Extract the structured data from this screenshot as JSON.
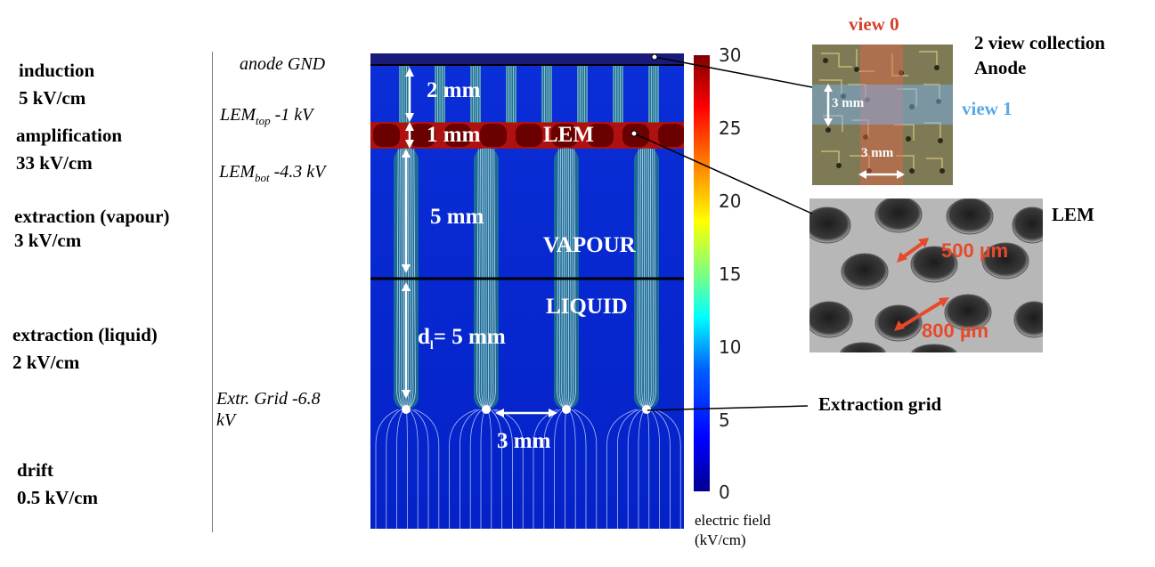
{
  "regions": [
    {
      "name": "induction",
      "field": "5 kV/cm"
    },
    {
      "name": "amplification",
      "field": "33 kV/cm"
    },
    {
      "name": "extraction (vapour)",
      "field": "3 kV/cm"
    },
    {
      "name": "extraction (liquid)",
      "field": "2 kV/cm"
    },
    {
      "name": "drift",
      "field": "0.5 kV/cm"
    }
  ],
  "electrodes": {
    "anode": "anode GND",
    "lem_top_main": "LEM",
    "lem_top_sub": "top",
    "lem_top_value": " -1 kV",
    "lem_bot_main": "LEM",
    "lem_bot_sub": "bot",
    "lem_bot_value": " -4.3 kV",
    "grid_line1": "Extr. Grid -6.8",
    "grid_line2": "kV"
  },
  "sim_labels": {
    "gap_anode": "2 mm",
    "gap_lem": "1 mm",
    "lem": "LEM",
    "gap_vapour": "5 mm",
    "vapour": "VAPOUR",
    "liquid": "LIQUID",
    "gap_liquid_main": "d",
    "gap_liquid_sub": "l",
    "gap_liquid_value": "= 5 mm",
    "grid_pitch": "3 mm"
  },
  "colorbar": {
    "ticks": [
      "30",
      "25",
      "20",
      "15",
      "10",
      "5",
      "0"
    ],
    "caption_line1": "electric field",
    "caption_line2": "(kV/cm)",
    "colors": [
      "#00008f",
      "#0000ff",
      "#00ffff",
      "#ffff00",
      "#ff0000",
      "#800000"
    ]
  },
  "anode_inset": {
    "view0": "view 0",
    "view1": "view 1",
    "title_line1": "2 view collection",
    "title_line2": "Anode",
    "pitch_v": "3 mm",
    "pitch_h": "3 mm"
  },
  "lem_inset": {
    "title": "LEM",
    "hole": "500 µm",
    "pitch": "800 µm"
  },
  "extraction_grid_label": "Extraction grid"
}
